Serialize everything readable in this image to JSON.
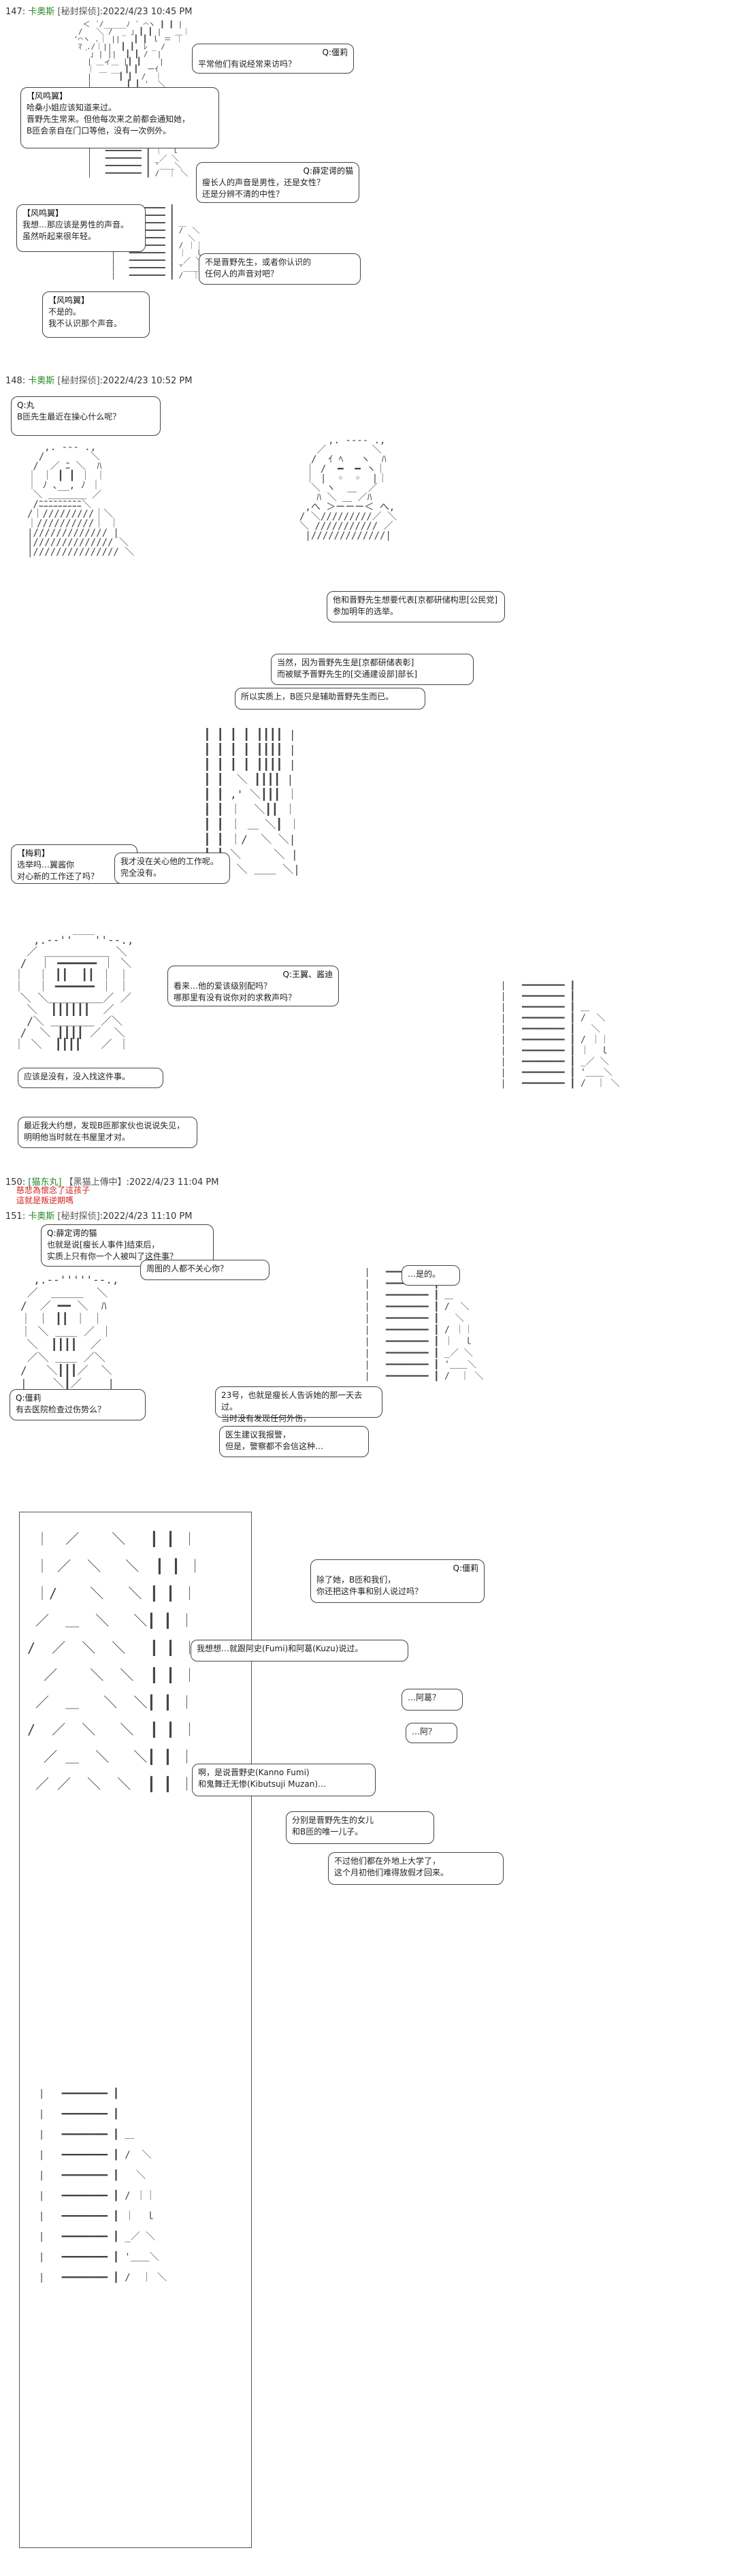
{
  "posts": [
    {
      "id": "p147",
      "num": "147:",
      "name": "卡奥斯",
      "trip": "[秘封探侦]",
      "date": ":2022/4/23 10:45 PM"
    },
    {
      "id": "p148",
      "num": "148:",
      "name": "卡奥斯",
      "trip": "[秘封探侦]",
      "date": ":2022/4/23 10:52 PM"
    },
    {
      "id": "p150",
      "num": "150:",
      "name": "[猫东丸]",
      "trip": "【黑猫上傳中】",
      "date": ":2022/4/23 11:04 PM"
    },
    {
      "id": "p151",
      "num": "151:",
      "name": "卡奥斯",
      "trip": "[秘封探侦]",
      "date": ":2022/4/23 11:10 PM"
    }
  ],
  "reply150": [
    "慈悲為懷念了這孩子",
    "這就是叛逆期嗎"
  ],
  "bubbles": {
    "b1": {
      "hdr": "Q:僵莉",
      "lines": [
        "平常他们有说经常来访吗？"
      ]
    },
    "b2": {
      "hdr": "【风鸣翼】",
      "lines": [
        "哈桑小姐应该知道来过。",
        "",
        "晋野先生常来。但他每次来之前都会通知她，",
        "B匝会亲自在门口等他，没有一次例外。"
      ]
    },
    "b3": {
      "hdr": "Q:薛定谔的猫",
      "lines": [
        "瘦长人的声音是男性，还是女性？",
        "还是分辨不清的中性？"
      ]
    },
    "b4": {
      "hdr": "【风鸣翼】",
      "lines": [
        "我想…那应该是男性的声音。",
        "虽然听起来很年轻。"
      ]
    },
    "b5": {
      "hdr": "",
      "lines": [
        "不是晋野先生，或者你认识的",
        "任何人的声音对吧？"
      ]
    },
    "b6": {
      "hdr": "【风鸣翼】",
      "lines": [
        "不是的。",
        "我不认识那个声音。"
      ]
    },
    "b7": {
      "hdr": "Q:丸",
      "lines": [
        "B匝先生最近在操心什么呢？"
      ]
    },
    "b8": {
      "hdr": "",
      "lines": [
        "他和晋野先生想要代表[京都研储构思[公民党]",
        "参加明年的选举。"
      ]
    },
    "b9": {
      "hdr": "",
      "lines": [
        "当然，因为晋野先生是[京都研储表彰]",
        "而被赋予晋野先生的[交通建设部]部长]"
      ]
    },
    "b10": {
      "hdr": "",
      "lines": [
        "所以实质上，B匝只是辅助晋野先生而已。"
      ]
    },
    "b11": {
      "hdr": "【梅莉】",
      "lines": [
        "选举吗…翼酱你",
        "对心新的工作还了吗？"
      ]
    },
    "b12": {
      "hdr": "",
      "lines": [
        "我才没在关心他的工作呢。",
        "完全没有。"
      ]
    },
    "b13": {
      "hdr": "Q:王翼、酱迪",
      "lines": [
        "看来…他的爱该级别配吗？",
        "哪那里有没有说你对的求救声吗？"
      ]
    },
    "b14": {
      "hdr": "",
      "lines": [
        "应该是没有，没入找这件事。"
      ]
    },
    "b15": {
      "hdr": "",
      "lines": [
        "最近我大约想，发现B匝那家伙也说说失见，",
        "明明他当时就在书屋里才对。"
      ]
    },
    "b16": {
      "hdr": "Q:薛定谔的猫",
      "lines": [
        "也就是说[瘦长人事件]结束后，",
        "实质上只有你一个人被叫了这件事？"
      ]
    },
    "b17": {
      "hdr": "",
      "lines": [
        "周图的人都不关心你？"
      ]
    },
    "b18": {
      "hdr": "",
      "lines": [
        "…是的。"
      ]
    },
    "b19": {
      "hdr": "Q:僵莉",
      "lines": [
        "有去医院检查过伤势么？"
      ]
    },
    "b20": {
      "hdr": "",
      "lines": [
        "23号，也就是瘦长人告诉她的那一天去过。",
        "当时没有发现任何外伤，"
      ]
    },
    "b21": {
      "hdr": "",
      "lines": [
        "医生建议我报警，",
        "但是，警察都不会信这种…"
      ]
    },
    "b22": {
      "hdr": "Q:僵莉",
      "lines": [
        "除了她，B匝和我们，",
        "你还把这件事和别人说过吗？"
      ]
    },
    "b23": {
      "hdr": "",
      "lines": [
        "我想想…就跟阿史(Fumi)和阿葛(Kuzu)说过。"
      ]
    },
    "b24": {
      "hdr": "",
      "lines": [
        "…阿葛？"
      ]
    },
    "b25": {
      "hdr": "",
      "lines": [
        "…阿？"
      ]
    },
    "b26": {
      "hdr": "",
      "lines": [
        "啊，是说晋野史(Kanno Fumi)",
        "和鬼舞迁无惨(Kibutsuji Muzan)…"
      ]
    },
    "b27": {
      "hdr": "",
      "lines": [
        "分别是晋野先生的女儿",
        "和B匝的唯一儿子。"
      ]
    },
    "b28": {
      "hdr": "",
      "lines": [
        "不过他们都在外地上大学了，",
        "这个月初他们难得放假才回来。"
      ]
    }
  },
  "aa": {
    "a1": "    ＜ ´/_____ﾉ ´ ⌒ヽ ┃ ┃ |\n   /   ＼ /  _ ｣ ┃ ┃ |   ＿｜\n  '⌒ヽ .｜ ||   ┃ ┃ ｌ ＝ ｜\n   ﾏ ./｜||  ┃ ┃  ﾚ _ /\n    ｀｣ | ||  ┃ ┃ /  |\n     | ＿ィ＿ |┃ ┃    |\n     ｜ ＿ __ ┃ ┃  ーｲ\n     |      ┃ ┃  /  ｜\n     |    ＿__┃ ┃ '  ＼",
    "a2": "  |   ━━━━━━━━ ┃\n  |   ━━━━━━━━ ┃\n  |   ━━━━━━━━ ┃ ＿\n  |   ━━━━━━━━ ┃ /  ＼\n  |   ━━━━━━━━ ┃   ＼\n  |   ━━━━━━━━ ┃ / ｜｜\n  |   ━━━━━━━━ ┃ ｜  ｌ\n  |   ━━━━━━━━ ┃ _／ ＼\n  |   ━━━━━━━━ ┃ '＿＿＼\n  |   ━━━━━━━━ ┃ /  ｜ ＼",
    "a3": "   ,. --- .,\n  /        ＼\n /  ／ ﾆ ＼  ﾊ\n｜ ｜ ┃ ┃ ｜ ｜\n｜ ﾉ ､__, ﾉ ｜\n ＼ ＿＿＿＿ ／\n /ﾆﾆﾆﾆﾆﾆﾆﾆﾆ＼\n/｜/////////｜＼\n｜//////////｜ ｜\n|///////////// |\n|////////////// ＼\n|/////////////// ＼",
    "a4": "     ,. ---- .,\n   ／        ＼\n  /  ｲ ﾍ   ヽ  ﾊ\n ｜ /  ━  ━ ヽ｜\n ｜ |  ◦  ◦  |｜\n  ＼ ヽ  ＿  ／\n   ﾊ ＼ ＿ ／ﾊ\n ,へ ＞ーーー＜ へ,\n/ ＼/////////／ ＼\n＼ /////////// ／\n |/////////////|",
    "a5": " ┃ ┃ ┃ ┃ ┃┃┃┃ |\n ┃ ┃ ┃ ┃ ┃┃┃┃ |\n ┃ ┃ ┃ ┃ ┃┃┃┃ |\n ┃ ┃  ＼ ┃┃┃┃ |\n ┃ ┃ ,' ＼┃┃┃ ｜\n ┃ ┃ ｜  ＼┃┃ ｜\n ┃ ┃ ｜ ＿ ＼┃ ｜\n ┃ ┃ ｜/  ＼ ＼|\n ┃ ┃ ＼     ＼ |\n ┃ ┃  ＼ ＿＿ ＼|",
    "a6": "   ,.-‐''￣￣''‐-.,\n  ／ ＿＿＿＿＿＿ ＼\n /  ｜ ━━━━━━ ｜ ＼\n｜  ｜ ┃┃  ┃┃ ｜ ｜\n｜  ｜ ━━━━━━ ｜ ｜\n ＼ ＼＿＿＿＿＿／ ／\n  ＼  ┃┃┃┃┃┃  ／\n  /＼ ＿＿＿＿ ／＼\n /  ＼ ┃┃┃┃ ／  ＼\n｜ ＼  ┃┃┃┃   ／ ｜",
    "a7": "  ,.-‐'''''‐-.,\n ／  ＿＿＿  ＼\n/  ／ ━━ ＼  ﾊ\n｜ ｜ ┃┃ ｜ ｜\n｜ ＼ ＿＿ ／ ｜\n ＼  ┃┃┃┃  ／\n ／＼ ＿＿ ／＼\n/   ＼┃┃┃／  ＼\n|    ＼┃／    |\n|  ＼  ┃  ／  |",
    "a8": " ｜  ／    ＼   ┃ ┃ ｜\n ｜ ／  ＼   ＼  ┃ ┃ ｜\n ｜/    ＼   ＼ ┃ ┃ ｜\n ／  ＿  ＼   ＼┃ ┃ ｜\n/  ／  ＼  ＼   ┃ ┃ ｜\n  ／    ＼  ＼  ┃ ┃ ｜\n ／  ＿   ＼  ＼┃ ┃ ｜\n/  ／  ＼   ＼  ┃ ┃ ｜\n  ／ ＿  ＼   ＼┃ ┃ ｜\n ／ ／  ＼  ＼  ┃ ┃ ｜"
  }
}
